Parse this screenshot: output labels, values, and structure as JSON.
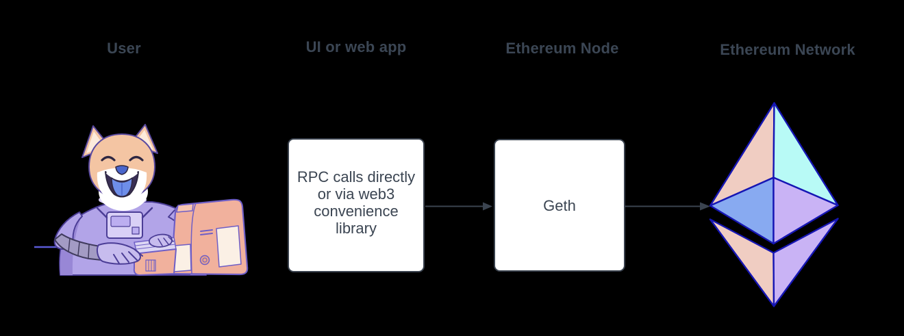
{
  "diagram": {
    "title": "User to Ethereum Network flow",
    "labels": {
      "user": "User",
      "web_app": "UI or web app",
      "node": "Ethereum Node",
      "network": "Ethereum Network"
    },
    "boxes": {
      "web_app": {
        "text": "RPC calls directly or via web3 convenience library"
      },
      "geth": {
        "text": "Geth"
      }
    },
    "edges": [
      {
        "from": "UI or web app",
        "to": "Ethereum Node"
      },
      {
        "from": "Ethereum Node",
        "to": "Ethereum Network"
      }
    ]
  },
  "colors": {
    "background": "#000000",
    "label_text": "#3b4654",
    "box_border": "#3a424e",
    "box_background": "#ffffff",
    "box_text": "#3b4552",
    "arrow": "#3b4450"
  },
  "ethereum_logo": {
    "name": "ethereum-diamond-logo",
    "colors": {
      "outline": "#1616B4",
      "top_left": "#F0CDC2",
      "top_right": "#B8FAF6",
      "belt_left": "#88AAF1",
      "belt_right": "#C9B3F5",
      "bottom_left": "#F0CDC2",
      "bottom_right": "#C9B3F5"
    }
  },
  "illustration": {
    "name": "doge-in-spacesuit-at-computer",
    "colors": {
      "fur": "#F4C5A3",
      "inner_ear": "#FDEBDC",
      "suit": "#B2A4E8",
      "suit_light": "#D9D0F6",
      "glove": "#C7BCEE",
      "tongue": "#6E8EE9",
      "computer": "#F1B19D",
      "computer_panel": "#FBF0E5",
      "keys": "#DCD6F4",
      "desk_line": "#5B5BD6"
    }
  }
}
